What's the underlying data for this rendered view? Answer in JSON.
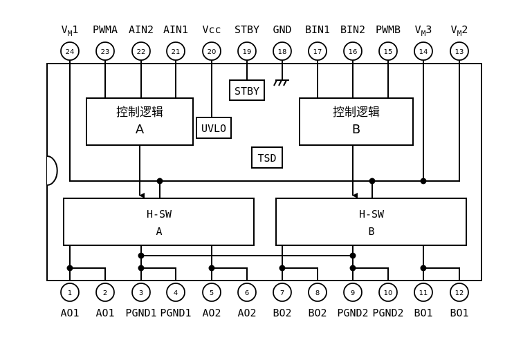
{
  "top_pins": [
    {
      "num": "24",
      "name": "V",
      "sub": "M",
      "suffix": "1"
    },
    {
      "num": "23",
      "name": "PWMA"
    },
    {
      "num": "22",
      "name": "AIN2"
    },
    {
      "num": "21",
      "name": "AIN1"
    },
    {
      "num": "20",
      "name": "Vcc"
    },
    {
      "num": "19",
      "name": "STBY"
    },
    {
      "num": "18",
      "name": "GND"
    },
    {
      "num": "17",
      "name": "BIN1"
    },
    {
      "num": "16",
      "name": "BIN2"
    },
    {
      "num": "15",
      "name": "PWMB"
    },
    {
      "num": "14",
      "name": "V",
      "sub": "M",
      "suffix": "3"
    },
    {
      "num": "13",
      "name": "V",
      "sub": "M",
      "suffix": "2"
    }
  ],
  "bottom_pins": [
    {
      "num": "1",
      "name": "AO1"
    },
    {
      "num": "2",
      "name": "AO1"
    },
    {
      "num": "3",
      "name": "PGND1"
    },
    {
      "num": "4",
      "name": "PGND1"
    },
    {
      "num": "5",
      "name": "AO2"
    },
    {
      "num": "6",
      "name": "AO2"
    },
    {
      "num": "7",
      "name": "BO2"
    },
    {
      "num": "8",
      "name": "BO2"
    },
    {
      "num": "9",
      "name": "PGND2"
    },
    {
      "num": "10",
      "name": "PGND2"
    },
    {
      "num": "11",
      "name": "BO1"
    },
    {
      "num": "12",
      "name": "BO1"
    }
  ],
  "blocks": {
    "stby": "STBY",
    "uvlo": "UVLO",
    "tsd": "TSD",
    "logic_a": {
      "line1": "控制逻辑",
      "line2": "A"
    },
    "logic_b": {
      "line1": "控制逻辑",
      "line2": "B"
    },
    "hsw_a": {
      "line1": "H-SW",
      "line2": "A"
    },
    "hsw_b": {
      "line1": "H-SW",
      "line2": "B"
    }
  },
  "colors": {
    "line": "#000000",
    "background": "#ffffff"
  }
}
